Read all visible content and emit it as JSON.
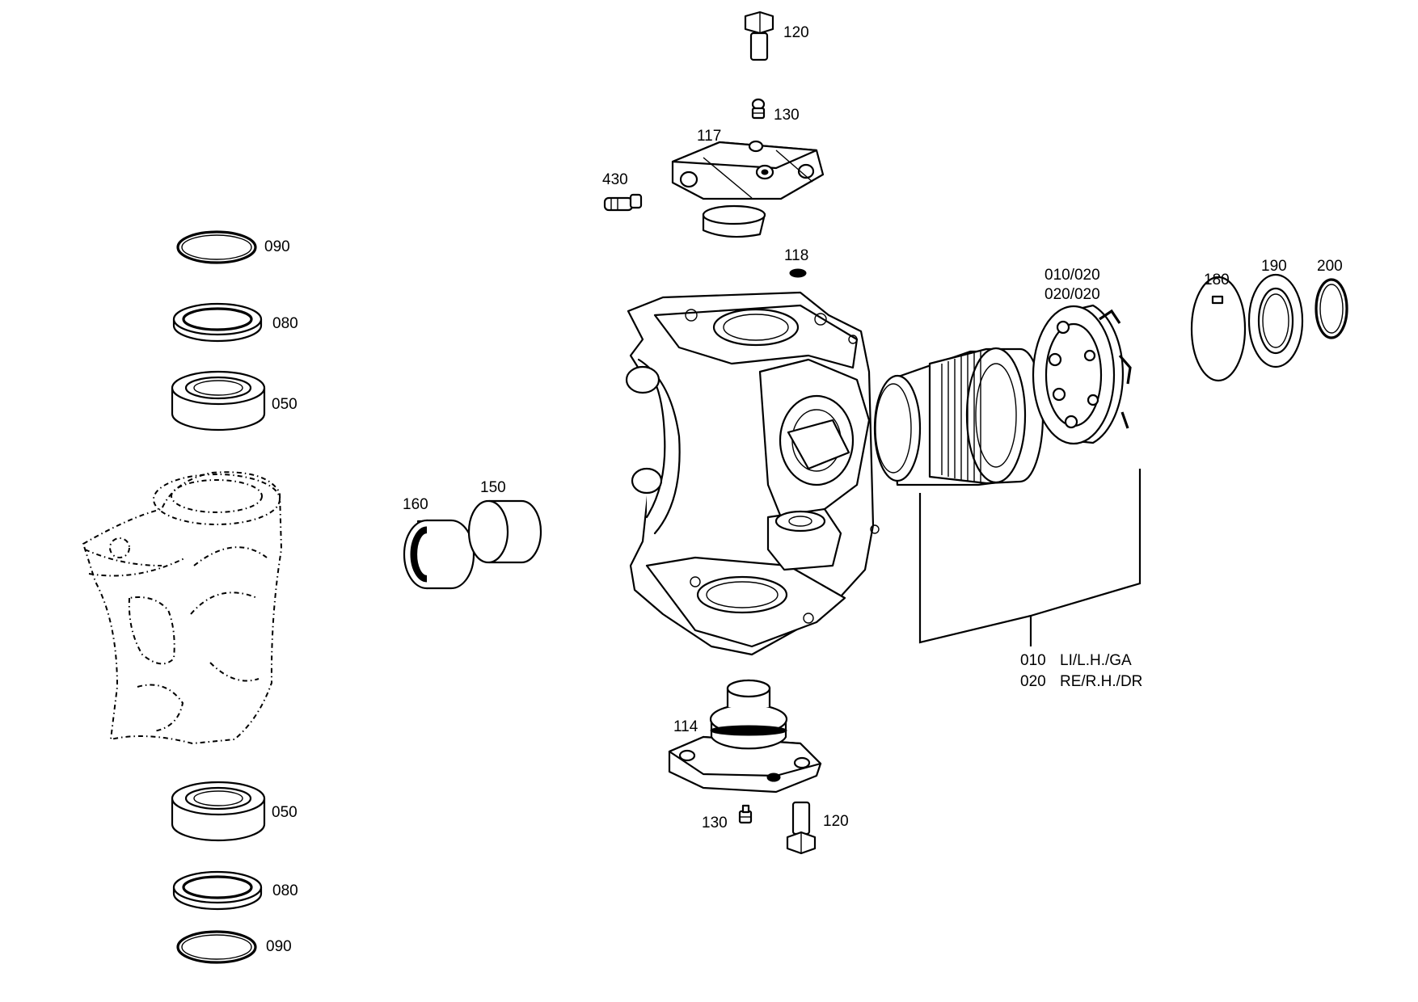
{
  "labels": {
    "p120_top": "120",
    "p130_top": "130",
    "p117": "117",
    "p430": "430",
    "p118": "118",
    "p090_top": "090",
    "p080_top": "080",
    "p050_top": "050",
    "p160": "160",
    "p150": "150",
    "p010_020_a": "010/020",
    "p010_020_b": "020/020",
    "p180": "180",
    "p190": "190",
    "p200": "200",
    "legend_010_num": "010",
    "legend_010_text": "LI/L.H./GA",
    "legend_020_num": "020",
    "legend_020_text": "RE/R.H./DR",
    "p114": "114",
    "p130_bottom": "130",
    "p120_bottom": "120",
    "p050_bottom": "050",
    "p080_bottom": "080",
    "p090_bottom": "090"
  }
}
